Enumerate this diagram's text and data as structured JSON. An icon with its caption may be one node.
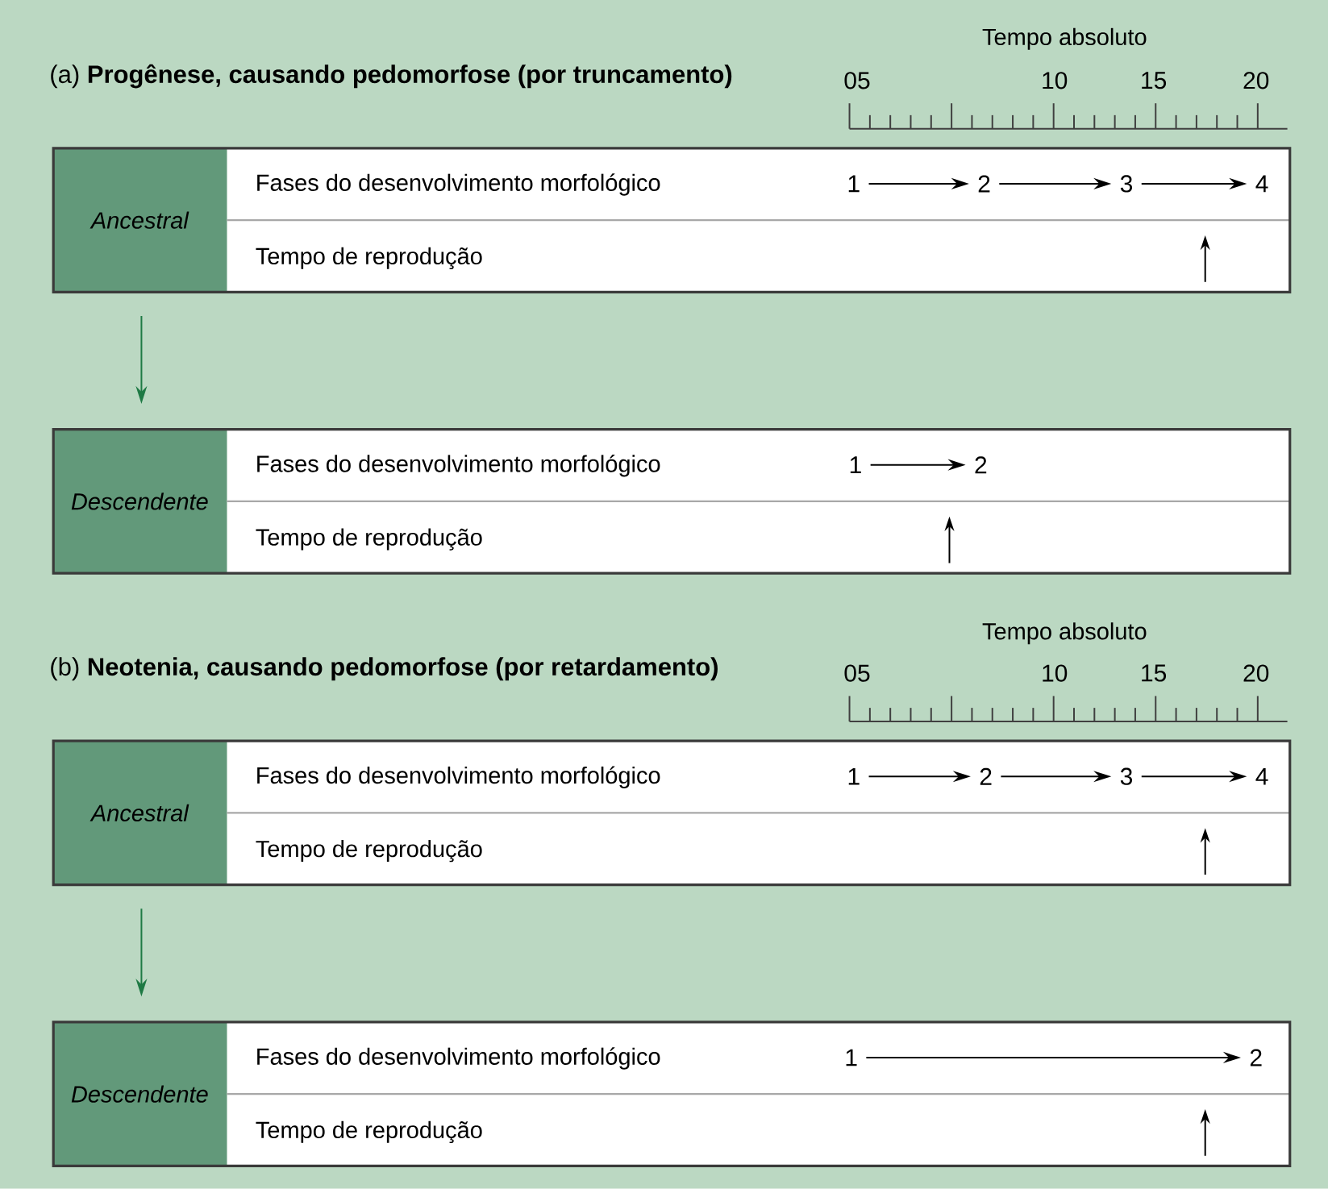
{
  "diagram": {
    "nodes": [
      {
        "text": [
          "Ancestral",
          "Fases do desenvolvimento morfológico",
          "Tempo de reprodução"
        ]
      },
      {
        "text": [
          "1"
        ],
        "in": 0
      },
      {
        "text": [
          "2"
        ],
        "in": 0
      },
      {
        "text": [
          "3"
        ],
        "in": 0
      },
      {
        "text": [
          "4"
        ],
        "in": 0
      },
      {
        "text": [
          "Descendente",
          "Fases do desenvolvimento morfológico",
          "Tempo de reprodução"
        ]
      },
      {
        "text": [
          "1"
        ],
        "in": 5
      },
      {
        "text": [
          "2"
        ],
        "in": 5
      },
      {
        "text": [
          "Ancestral",
          "Fases do desenvolvimento morfológico",
          "Tempo de reprodução"
        ]
      },
      {
        "text": [
          "1"
        ],
        "in": 8
      },
      {
        "text": [
          "2"
        ],
        "in": 8
      },
      {
        "text": [
          "3"
        ],
        "in": 8
      },
      {
        "text": [
          "4"
        ],
        "in": 8
      },
      {
        "text": [
          "Descendente",
          "Fases do desenvolvimento morfológico",
          "Tempo de reprodução"
        ]
      },
      {
        "text": [
          "1"
        ],
        "in": 13
      },
      {
        "text": [
          "2"
        ],
        "in": 13
      }
    ],
    "edges": [
      {
        "from": 1,
        "to": 2,
        "arrow": "to"
      },
      {
        "from": 2,
        "to": 3,
        "arrow": "to"
      },
      {
        "from": 3,
        "to": 4,
        "arrow": "to"
      },
      {
        "from": 0,
        "to": 5,
        "arrow": "to",
        "color": "#1f7a45"
      },
      {
        "from": 6,
        "to": 7,
        "arrow": "to"
      },
      {
        "from": 9,
        "to": 10,
        "arrow": "to"
      },
      {
        "from": 10,
        "to": 11,
        "arrow": "to"
      },
      {
        "from": 11,
        "to": 12,
        "arrow": "to"
      },
      {
        "from": 8,
        "to": 13,
        "arrow": "to",
        "color": "#1f7a45"
      },
      {
        "from": 14,
        "to": 15,
        "arrow": "to"
      }
    ],
    "labels": [
      "(a) **Progênese, causando pedomorfose (por truncamento)**",
      "Tempo absoluto",
      "05",
      "10",
      "15",
      "20",
      "(b) **Neotenia, causando pedomorfose (por retardamento)**",
      "Tempo absoluto",
      "05",
      "10",
      "15",
      "20"
    ]
  }
}
